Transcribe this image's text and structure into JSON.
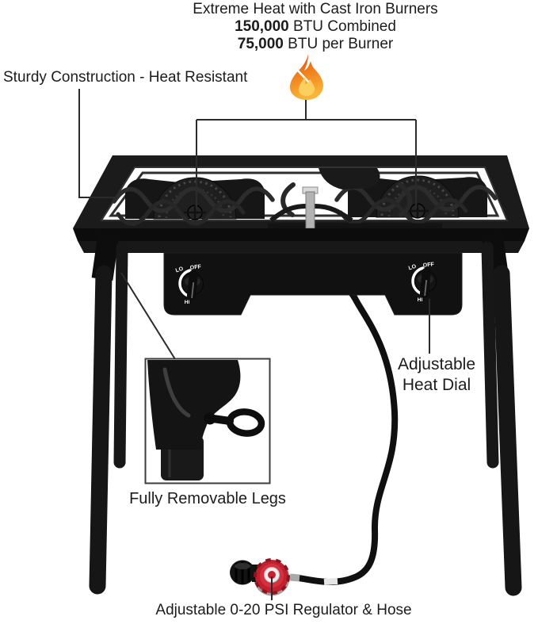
{
  "header": {
    "line1": "Extreme Heat with Cast Iron Burners",
    "btu_combined": {
      "value": "150,000",
      "label": " BTU Combined"
    },
    "btu_per_burner": {
      "value": "75,000",
      "label": " BTU per Burner"
    }
  },
  "labels": {
    "construction": "Sturdy Construction - Heat Resistant",
    "heat_dial_line1": "Adjustable",
    "heat_dial_line2": "Heat Dial",
    "removable_legs": "Fully Removable Legs",
    "regulator": "Adjustable 0-20 PSI Regulator & Hose"
  },
  "stove": {
    "burner_count": 2,
    "dial": {
      "lo": "LO",
      "off": "OFF",
      "hi": "HI"
    }
  },
  "icons": {
    "flame": "flame-icon",
    "magnifier_inset": "leg-closeup-inset"
  },
  "colors": {
    "text": "#1c1c1c",
    "callout_line": "#2b2b2b",
    "stove_black": "#141414",
    "flame_top": "#dd3b16",
    "flame_bottom": "#f9b43a",
    "regulator_red": "#c8202f"
  }
}
